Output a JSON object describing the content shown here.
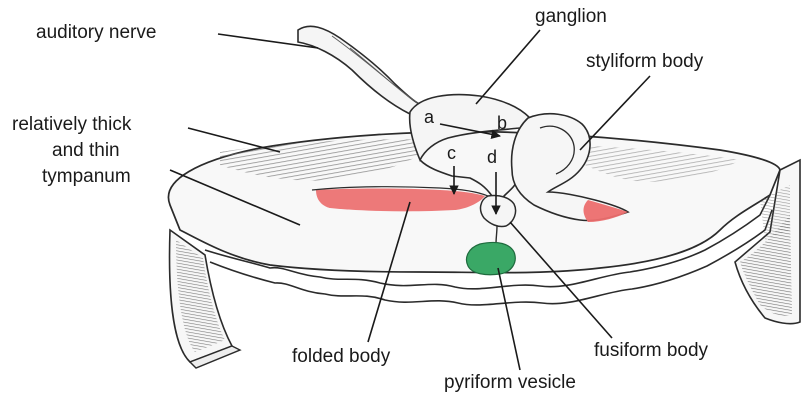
{
  "labels": {
    "auditory_nerve": "auditory nerve",
    "ganglion": "ganglion",
    "styliform_body": "styliform body",
    "tympanum_line1": "relatively thick",
    "tympanum_line2": "and thin",
    "tympanum_line3": "tympanum",
    "folded_body": "folded body",
    "fusiform_body": "fusiform body",
    "pyriform_vesicle": "pyriform vesicle"
  },
  "letters": {
    "a": "a",
    "b": "b",
    "c": "c",
    "d": "d"
  },
  "colors": {
    "ink": "#2b2b2b",
    "folded_body": "#ec6e6e",
    "styliform_fill": "#ec6e6e",
    "pyriform_vesicle": "#3aa866",
    "hatch": "#7d7d7d"
  }
}
